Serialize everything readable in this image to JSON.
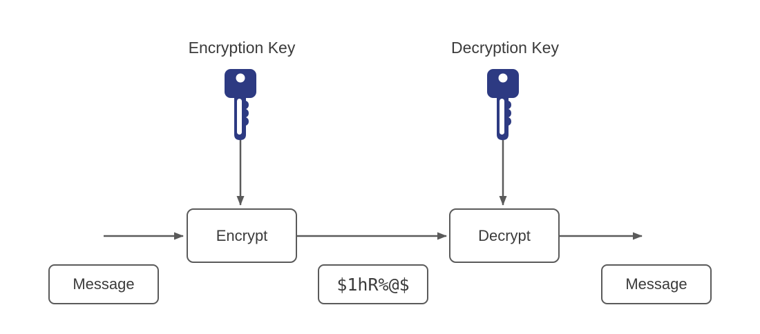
{
  "colors": {
    "key_fill": "#2d3a82",
    "line": "#5a5a5a",
    "box_border": "#5a5a5a",
    "text": "#3b3b3b",
    "background": "#ffffff"
  },
  "labels": {
    "encryption_key": "Encryption Key",
    "decryption_key": "Decryption Key"
  },
  "nodes": {
    "encrypt": {
      "label": "Encrypt"
    },
    "decrypt": {
      "label": "Decrypt"
    },
    "message_input": {
      "label": "Message"
    },
    "ciphertext": {
      "label": "$1hR%@$"
    },
    "message_output": {
      "label": "Message"
    }
  },
  "icons": {
    "encryption_key": "key-icon",
    "decryption_key": "key-icon"
  }
}
